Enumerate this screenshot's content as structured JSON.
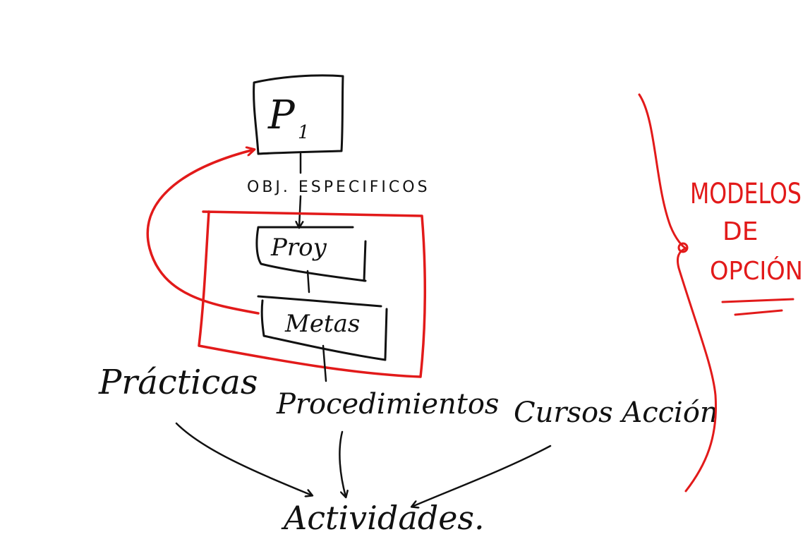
{
  "colors": {
    "ink": "#111111",
    "accent": "#e21a1a",
    "background": "#ffffff"
  },
  "diagram": {
    "top_box": {
      "main": "P",
      "sub": "1"
    },
    "connector_label": "OBJ. ESPECIFICOS",
    "proy_box": "Proy",
    "metas_box": "Metas",
    "sources": {
      "practicas": "Prácticas",
      "procedimientos": "Procedimientos",
      "cursos_accion": "Cursos Acción"
    },
    "target": "Actividades.",
    "side_label": {
      "line1": "MODELOS",
      "line2": "DE",
      "line3": "OPCIÓN"
    }
  }
}
